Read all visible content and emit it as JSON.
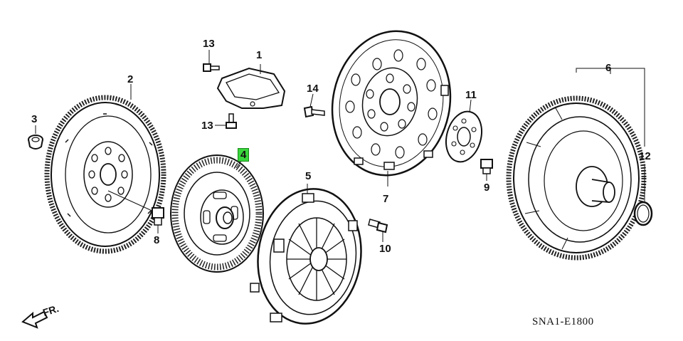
{
  "diagram": {
    "code": "SNA1-E1800",
    "direction_label": "FR.",
    "parts": [
      {
        "id": "p1",
        "label": "1"
      },
      {
        "id": "p2",
        "label": "2"
      },
      {
        "id": "p3",
        "label": "3"
      },
      {
        "id": "p4",
        "label": "4",
        "highlighted": true
      },
      {
        "id": "p5",
        "label": "5"
      },
      {
        "id": "p6",
        "label": "6"
      },
      {
        "id": "p7",
        "label": "7"
      },
      {
        "id": "p8",
        "label": "8"
      },
      {
        "id": "p9",
        "label": "9"
      },
      {
        "id": "p10",
        "label": "10"
      },
      {
        "id": "p11",
        "label": "11"
      },
      {
        "id": "p12",
        "label": "12"
      },
      {
        "id": "p13a",
        "label": "13"
      },
      {
        "id": "p13b",
        "label": "13"
      },
      {
        "id": "p14",
        "label": "14"
      }
    ],
    "highlight_color": "#39d63c"
  }
}
